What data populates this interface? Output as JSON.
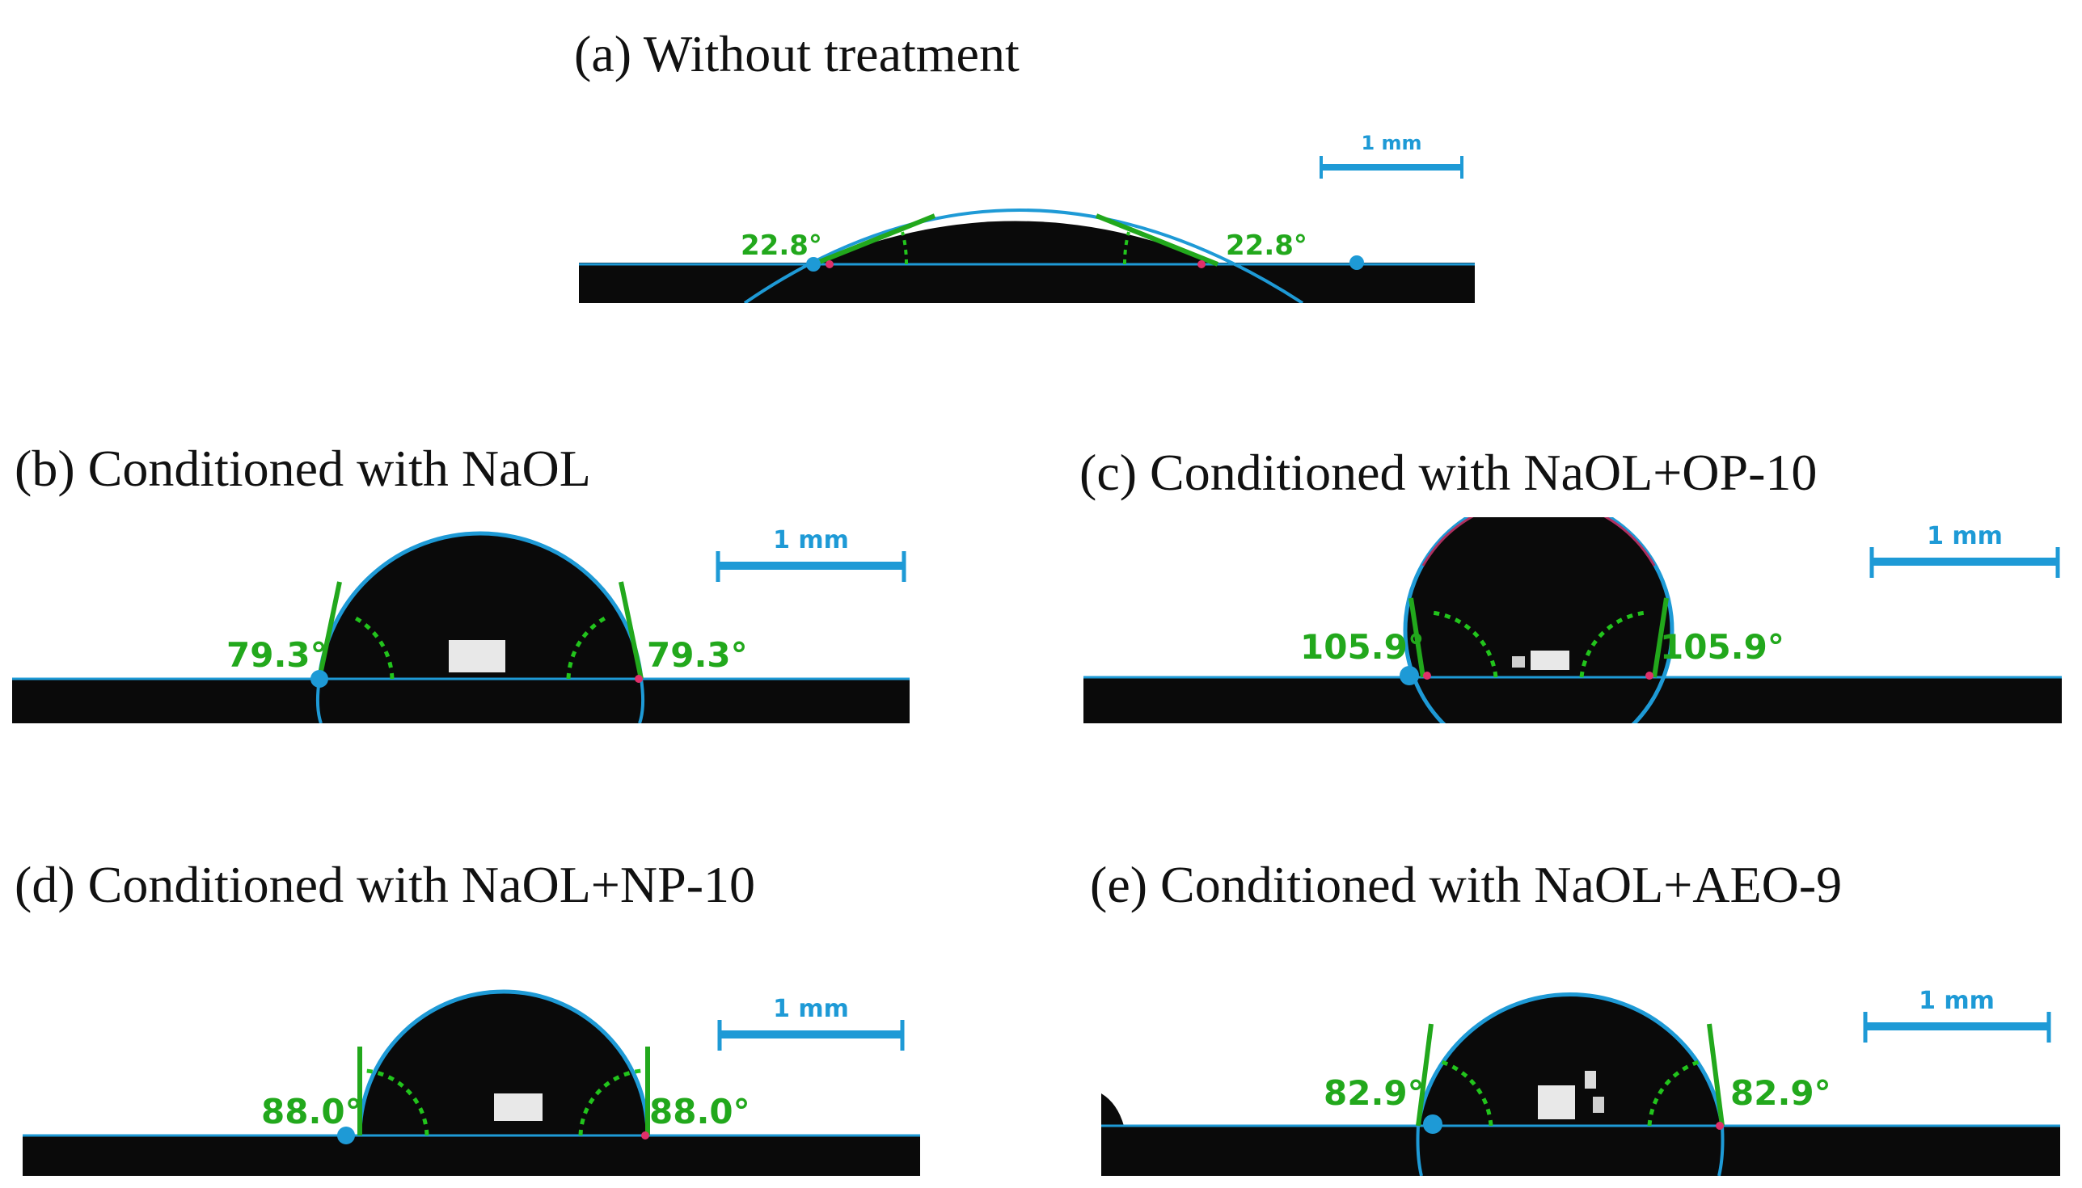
{
  "panels": {
    "a": {
      "title": "(a) Without treatment",
      "angle_left": "22.8°",
      "angle_right": "22.8°",
      "scale": "1 mm"
    },
    "b": {
      "title": "(b) Conditioned with NaOL",
      "angle_left": "79.3°",
      "angle_right": "79.3°",
      "scale": "1 mm"
    },
    "c": {
      "title": "(c) Conditioned with NaOL+OP-10",
      "angle_left": "105.9°",
      "angle_right": "105.9°",
      "scale": "1 mm"
    },
    "d": {
      "title": "(d) Conditioned with NaOL+NP-10",
      "angle_left": "88.0°",
      "angle_right": "88.0°",
      "scale": "1 mm"
    },
    "e": {
      "title": "(e) Conditioned with NaOL+AEO-9",
      "angle_left": "82.9°",
      "angle_right": "82.9°",
      "scale": "1 mm"
    }
  },
  "colors": {
    "fit_circle": "#1e9ad6",
    "tangent": "#22a81c",
    "angle_arc": "#22c41c",
    "droplet": "#0a0a0a",
    "highlight": "#e8e8e8"
  }
}
